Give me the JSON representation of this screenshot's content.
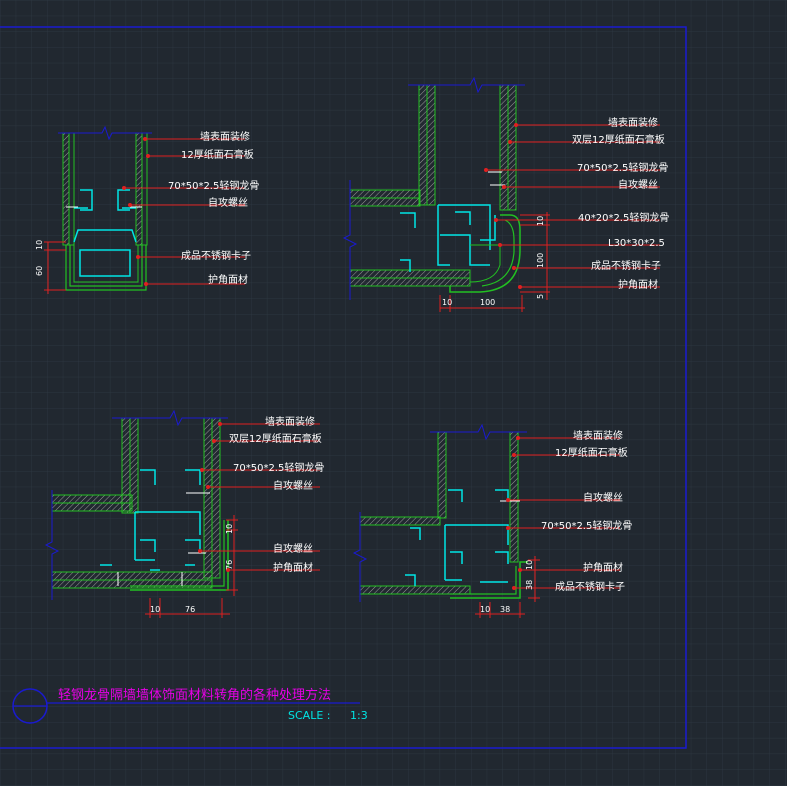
{
  "title": "轻钢龙骨隔墙墙体饰面材料转角的各种处理方法",
  "scale_label": "SCALE :",
  "scale_value": "1:3",
  "colors": {
    "background": "#212830",
    "frame": "#1a1ad0",
    "stud": "#00e5e5",
    "board": "#22c022",
    "leader": "#e02020",
    "text": "#ffffff",
    "title": "#e600e6"
  },
  "detail1": {
    "labels": [
      "墙表面装修",
      "12厚纸面石膏板",
      "70*50*2.5轻钢龙骨",
      "自攻螺丝",
      "成品不锈钢卡子",
      "护角面材"
    ],
    "dims": {
      "d10": "10",
      "d60": "60"
    }
  },
  "detail2": {
    "labels": [
      "墙表面装修",
      "双层12厚纸面石膏板",
      "70*50*2.5轻钢龙骨",
      "自攻螺丝",
      "40*20*2.5轻钢龙骨",
      "L30*30*2.5",
      "成品不锈钢卡子",
      "护角面材"
    ],
    "dims": {
      "d10v": "10",
      "d100v": "100",
      "d5": "5",
      "d10h": "10",
      "d100h": "100"
    }
  },
  "detail3": {
    "labels": [
      "墙表面装修",
      "双层12厚纸面石膏板",
      "70*50*2.5轻钢龙骨",
      "自攻螺丝",
      "自攻螺丝",
      "护角面材"
    ],
    "dims": {
      "d10v": "10",
      "d76v": "76",
      "d10h": "10",
      "d76h": "76"
    }
  },
  "detail4": {
    "labels": [
      "墙表面装修",
      "12厚纸面石膏板",
      "自攻螺丝",
      "70*50*2.5轻钢龙骨",
      "护角面材",
      "成品不锈钢卡子"
    ],
    "dims": {
      "d10v": "10",
      "d38v": "38",
      "d10h": "10",
      "d38h": "38"
    }
  }
}
